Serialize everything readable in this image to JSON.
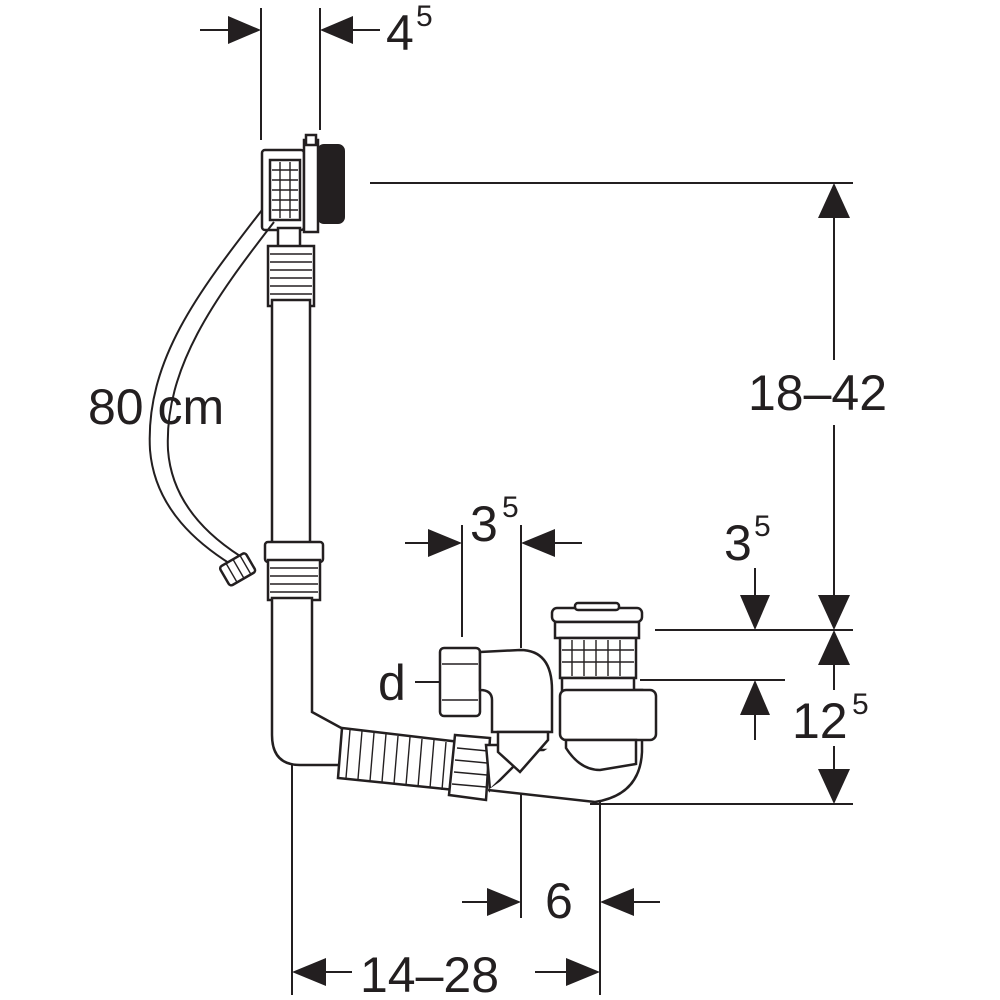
{
  "labels": {
    "overflow_offset": {
      "main": "4",
      "sup": "5"
    },
    "hose_length": "80 cm",
    "height_range": "18–42",
    "waste_height": {
      "main": "3",
      "sup": "5"
    },
    "inlet_offset": {
      "main": "3",
      "sup": "5"
    },
    "pipe_dia": "d",
    "trap_height": {
      "main": "12",
      "sup": "5"
    },
    "outlet_offset": "6",
    "length_range": "14–28"
  },
  "colors": {
    "line": "#231f20",
    "background": "#ffffff"
  }
}
